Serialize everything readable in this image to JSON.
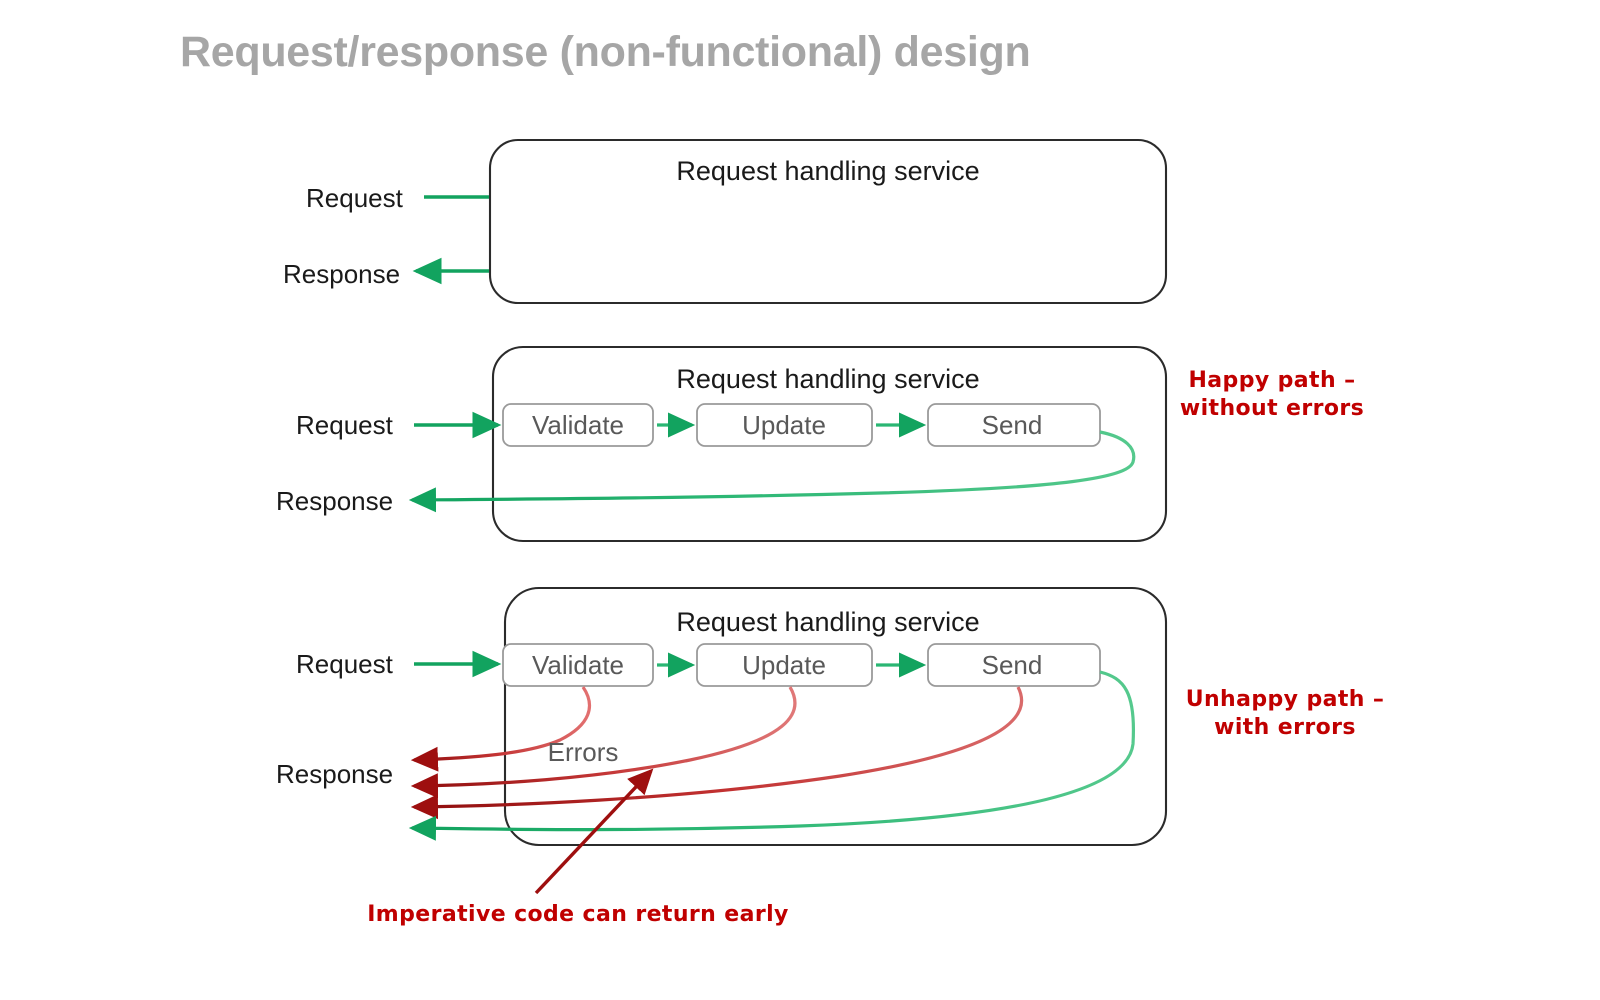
{
  "slide": {
    "title": "Request/response (non-functional) design",
    "title_color": "#a6a6a6",
    "background": "#ffffff"
  },
  "colors": {
    "green_flow": "#2ab673",
    "green_arrow_dark": "#12a35f",
    "red_error": "#c00000",
    "red_error_light": "#e05b5b",
    "panel_border": "#2b2b2b",
    "step_border": "#9a9a9a",
    "step_text": "#595959",
    "label_text": "#1a1a1a"
  },
  "panels": [
    {
      "id": "panel-1",
      "title": "Request handling service",
      "request_label": "Request",
      "response_label": "Response",
      "steps": [],
      "errors_label": null,
      "note": null
    },
    {
      "id": "panel-2",
      "title": "Request handling service",
      "request_label": "Request",
      "response_label": "Response",
      "steps": [
        {
          "label": "Validate"
        },
        {
          "label": "Update"
        },
        {
          "label": "Send"
        }
      ],
      "errors_label": null,
      "note": {
        "line1": "Happy path –",
        "line2": "without errors"
      }
    },
    {
      "id": "panel-3",
      "title": "Request handling service",
      "request_label": "Request",
      "response_label": "Response",
      "steps": [
        {
          "label": "Validate"
        },
        {
          "label": "Update"
        },
        {
          "label": "Send"
        }
      ],
      "errors_label": "Errors",
      "note": {
        "line1": "Unhappy path –",
        "line2": "with errors"
      }
    }
  ],
  "callout": {
    "text": "Imperative code can return early"
  }
}
